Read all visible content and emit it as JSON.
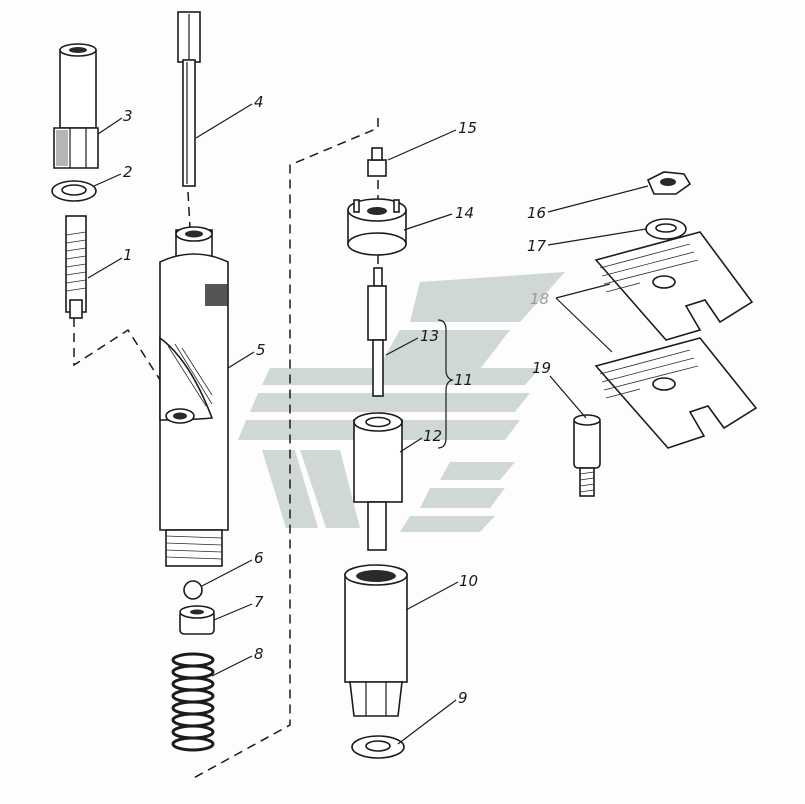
{
  "colors": {
    "ink": "#1b1b1b",
    "watermark": "#c9d2cf",
    "background": "#fdfdfd"
  },
  "parts": [
    {
      "number": "1"
    },
    {
      "number": "2"
    },
    {
      "number": "3"
    },
    {
      "number": "4"
    },
    {
      "number": "5"
    },
    {
      "number": "6"
    },
    {
      "number": "7"
    },
    {
      "number": "8"
    },
    {
      "number": "9"
    },
    {
      "number": "10"
    },
    {
      "number": "11"
    },
    {
      "number": "12"
    },
    {
      "number": "13"
    },
    {
      "number": "14"
    },
    {
      "number": "15"
    },
    {
      "number": "16"
    },
    {
      "number": "17"
    },
    {
      "number": "18"
    },
    {
      "number": "19"
    }
  ]
}
